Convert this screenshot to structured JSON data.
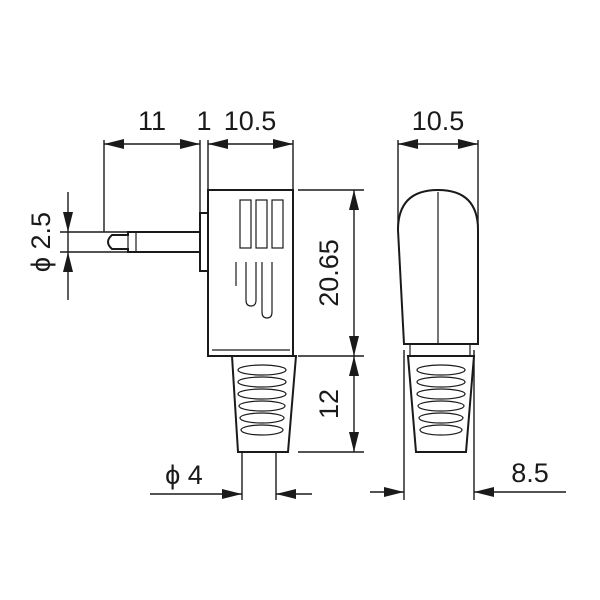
{
  "dimensions": {
    "pin_length": "11",
    "collar": "1",
    "body_width_side": "10.5",
    "pin_diameter": "ϕ 2.5",
    "body_height": "20.65",
    "strain_relief_length": "12",
    "cable_diameter": "ϕ 4",
    "body_width_front": "10.5",
    "strain_relief_width": "8.5"
  },
  "colors": {
    "line": "#1a1a1a",
    "background": "#ffffff"
  }
}
